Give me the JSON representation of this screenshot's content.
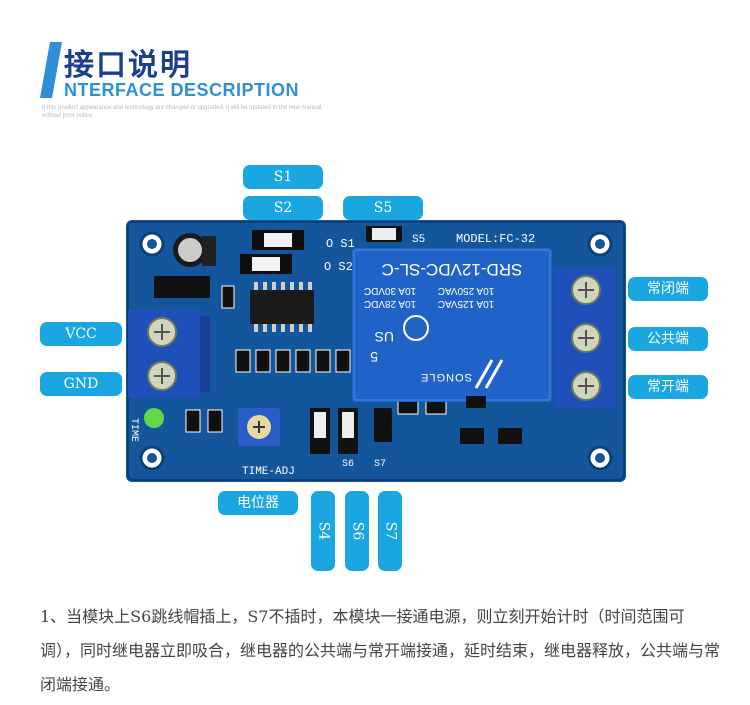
{
  "header": {
    "title_cn": "接口说明",
    "title_en": "NTERFACE DESCRIPTION",
    "note": "If this product appearance and technology are changed or upgraded, it will be updated in the new manual, without prior notice"
  },
  "labels": {
    "s1": "S1",
    "s2": "S2",
    "s5": "S5",
    "vcc": "VCC",
    "gnd": "GND",
    "nc": "常闭端",
    "com": "公共端",
    "no": "常开端",
    "pot": "电位器",
    "s4": "S4",
    "s6": "S6",
    "s7": "S7"
  },
  "board": {
    "model": "MODEL:FC-32",
    "jumper_s1": "O S1",
    "jumper_s2": "O S2",
    "jumper_s5": "S5",
    "relay_model": "SRD-12VDC-SL-C",
    "relay_spec1": "10A 250VAC",
    "relay_spec2": "10A 125VAC",
    "relay_spec3": "10A 30VDC",
    "relay_spec4": "10A 28VDC",
    "relay_brand": "SONGLE",
    "relay_5": "5",
    "relay_us": "US",
    "time_adj": "TIME-ADJ",
    "s6_mark": "S6",
    "s7_mark": "S7",
    "time_mark": "TIME"
  },
  "description": {
    "text": "1、当模块上S6跳线帽插上，S7不插时，本模块一接通电源，则立刻开始计时（时间范围可调），同时继电器立即吸合，继电器的公共端与常开端接通，延时结束，继电器释放，公共端与常闭端接通。"
  },
  "colors": {
    "accent": "#1aa6e0",
    "board": "#13569c",
    "relay": "#1f63c8",
    "terminal": "#1f4fb8"
  }
}
